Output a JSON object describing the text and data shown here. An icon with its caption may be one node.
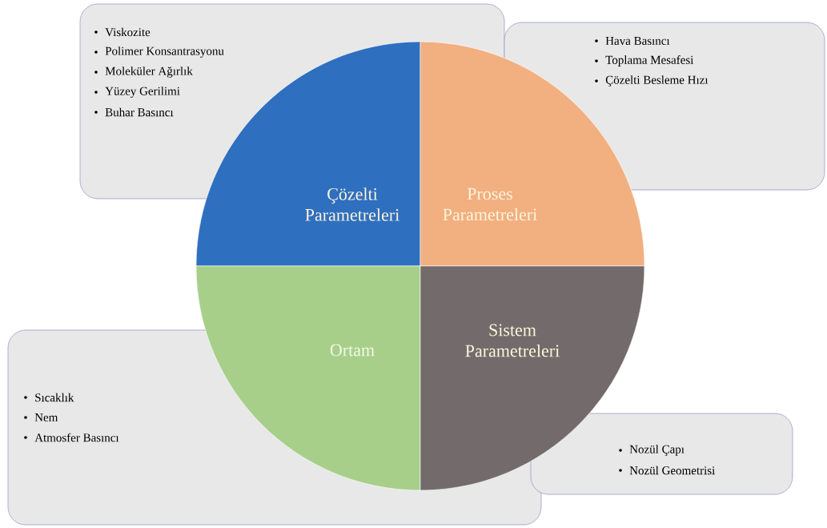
{
  "diagram": {
    "nodes": [
      {
        "text": [
          "Viskozite",
          "Polimer Konsantrasyonu",
          "Moleküler Ağırlık",
          "Yüzey Gerilimi",
          "Buhar Basıncı"
        ]
      },
      {
        "text": [
          "Hava Basıncı",
          "Toplama Mesafesi",
          "Çözelti Besleme Hızı"
        ]
      },
      {
        "text": [
          "Çözelti Parametreleri"
        ]
      },
      {
        "text": [
          "Proses Parametreleri"
        ]
      },
      {
        "text": [
          "Ortam"
        ]
      },
      {
        "text": [
          "Sistem Parametreleri"
        ]
      },
      {
        "text": [
          "Sıcaklık",
          "Nem",
          "Atmosfer Basıncı"
        ]
      },
      {
        "text": [
          "Nozül Çapı",
          "Nozül Geometrisi"
        ]
      }
    ]
  }
}
